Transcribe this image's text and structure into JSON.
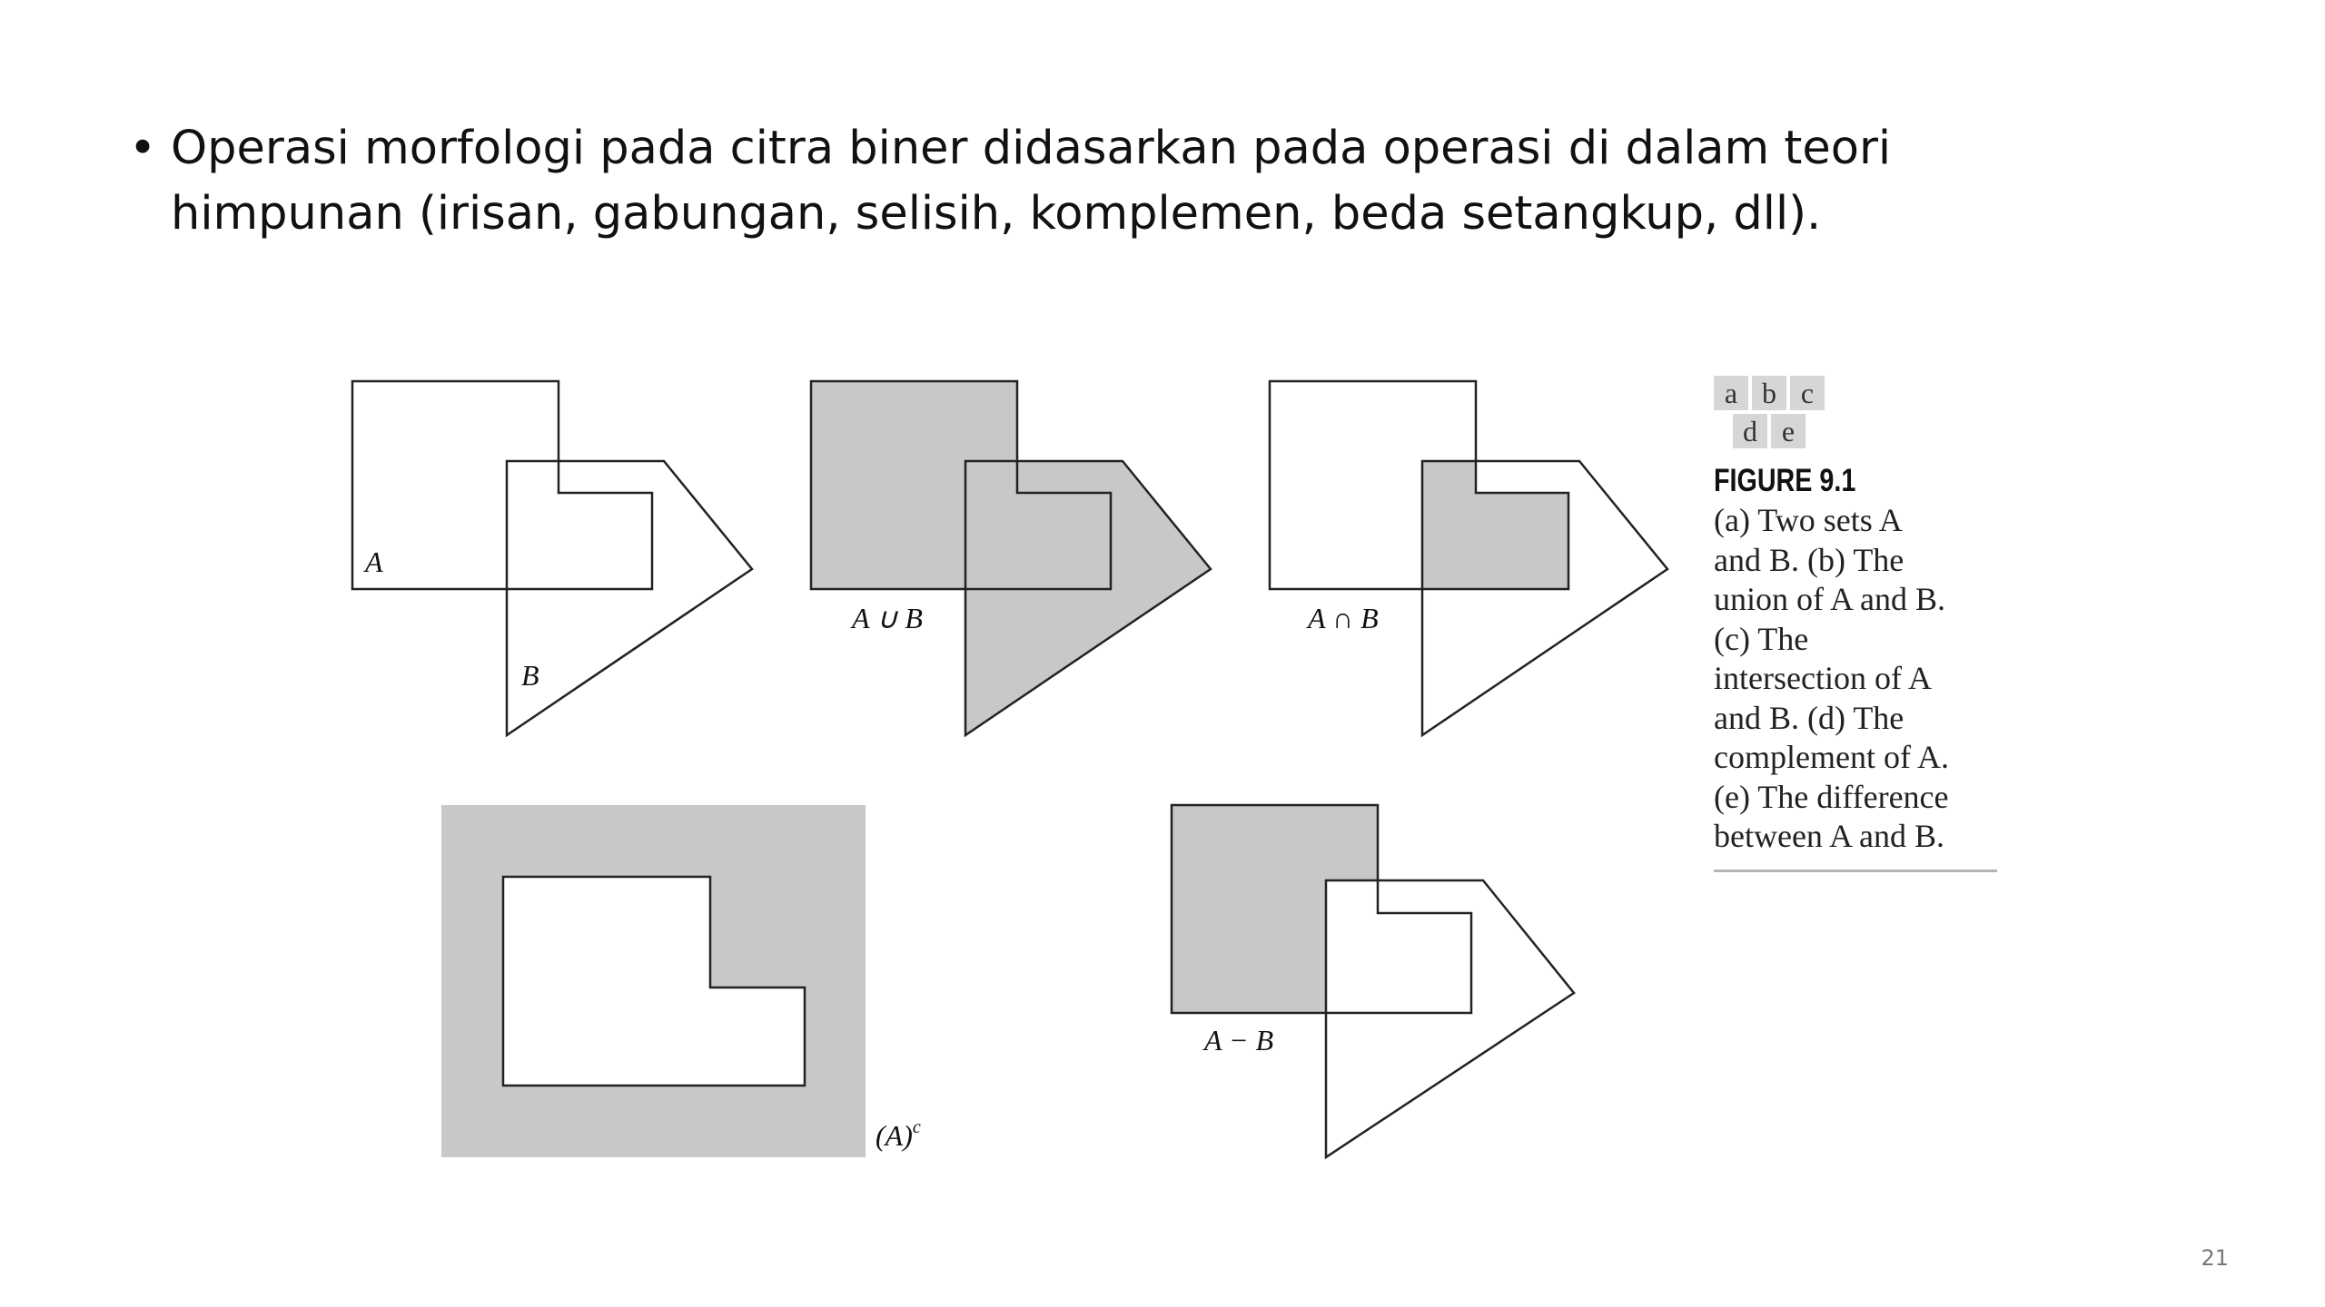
{
  "slide": {
    "bullet_marker": "•",
    "bullet_text": "Operasi morfologi pada citra biner didasarkan pada operasi di dalam  teori himpunan (irisan, gabungan, selisih, komplemen, beda setangkup, dll).",
    "page_number": "21"
  },
  "figure": {
    "panel_tiles": [
      "a",
      "b",
      "c",
      "d",
      "e"
    ],
    "title": "FIGURE 9.1",
    "caption": "(a) Two sets A\nand B. (b) The\nunion of A and B.\n(c) The\nintersection of A\nand B. (d) The\ncomplement of A.\n(e) The difference\nbetween A and B.",
    "labels": {
      "set_a": "A",
      "set_b": "B",
      "union": "A ∪ B",
      "intersection": "A ∩ B",
      "complement": "(A)",
      "complement_superscript": "c",
      "difference": "A − B"
    }
  },
  "colors": {
    "shade": "#c8c8c8",
    "stroke": "#222222",
    "text": "#111111"
  }
}
